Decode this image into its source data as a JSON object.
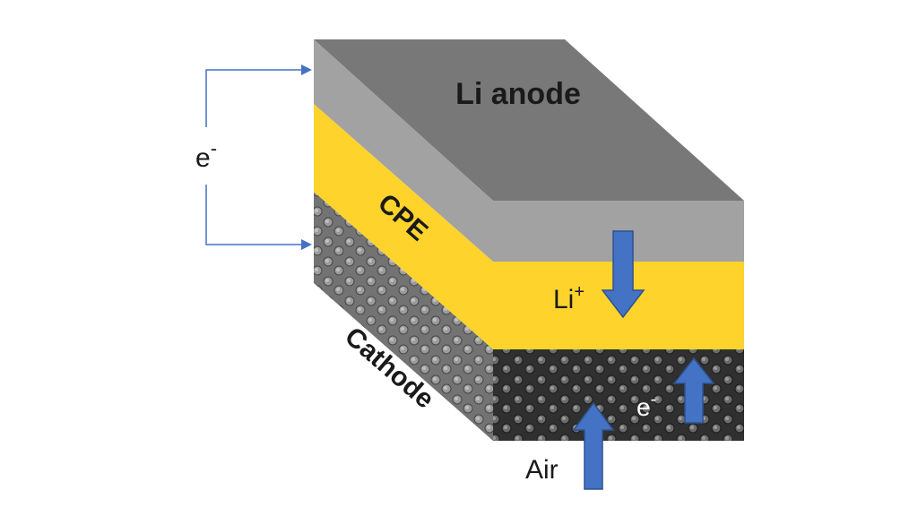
{
  "labels": {
    "anode": "Li anode",
    "electrolyte": "CPE",
    "cathode": "Cathode",
    "ion": "Li",
    "ion_charge": "+",
    "electron_external": "e",
    "electron_external_charge": "-",
    "electron_internal": "e",
    "electron_internal_charge": "-",
    "air": "Air"
  },
  "colors": {
    "anode_top": "#787878",
    "anode_side": "#a2a2a2",
    "electrolyte": "#fdd32c",
    "cathode_front": "#303030",
    "cathode_side": "#7d7d7d",
    "arrow_fill": "#4472c4",
    "arrow_stroke": "#2f528f",
    "circuit_line": "#4472c4",
    "text": "#1a1a1a"
  }
}
